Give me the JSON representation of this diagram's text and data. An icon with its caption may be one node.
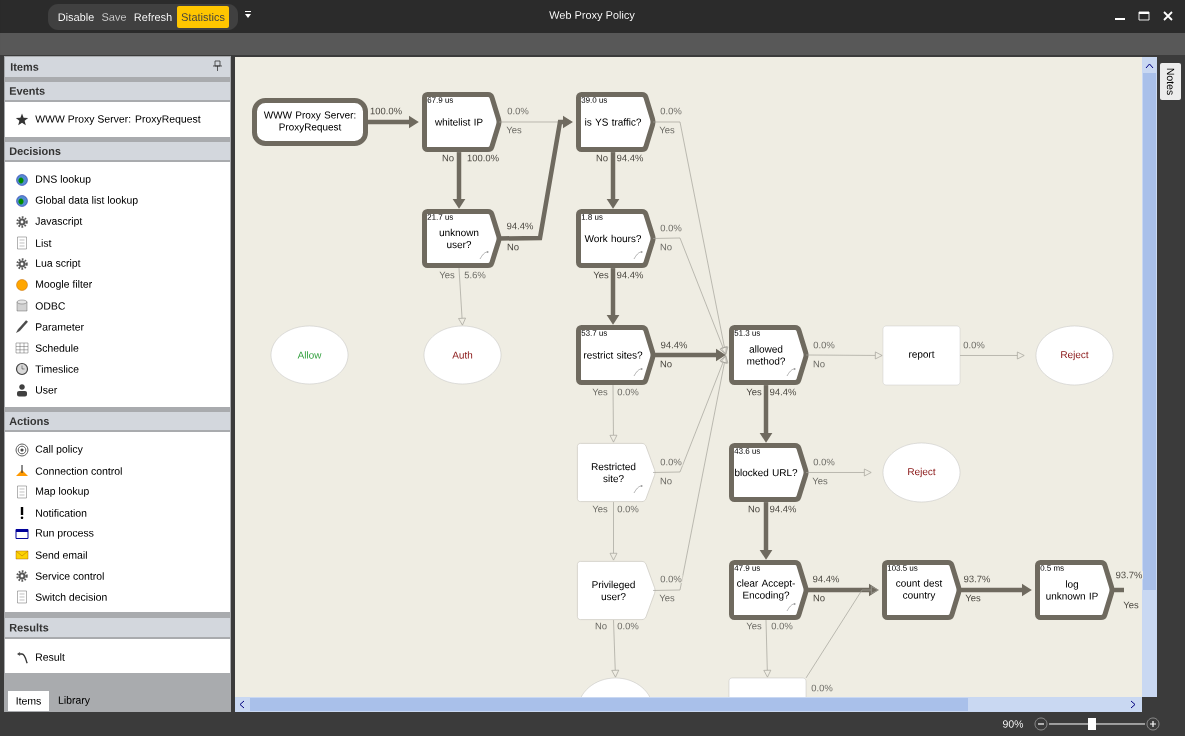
{
  "diagram": {
    "title": "Web Proxy Policy",
    "nodes": [
      {
        "text": [
          "WWW Proxy Server: ProxyRequest"
        ]
      },
      {
        "text": [
          "67.9 us",
          "whitelist IP"
        ]
      },
      {
        "text": [
          "21.7 us",
          "unknown user?"
        ]
      },
      {
        "text": [
          "Allow"
        ]
      },
      {
        "text": [
          "Auth"
        ]
      },
      {
        "text": [
          "39.0 us",
          "is YS traffic?"
        ]
      },
      {
        "text": [
          "1.8 us",
          "Work hours?"
        ]
      },
      {
        "text": [
          "53.7 us",
          "restrict sites?"
        ]
      },
      {
        "text": [
          "51.3 us",
          "allowed method?"
        ]
      },
      {
        "text": [
          "report"
        ]
      },
      {
        "text": [
          "Reject"
        ]
      },
      {
        "text": [
          "Restricted site?"
        ]
      },
      {
        "text": [
          "43.6 us",
          "blocked URL?"
        ]
      },
      {
        "text": [
          "Reject"
        ]
      },
      {
        "text": [
          "Privileged user?"
        ]
      },
      {
        "text": [
          "47.9 us",
          "clear Accept-Encoding?"
        ]
      },
      {
        "text": [
          "103.5 us",
          "count dest country"
        ]
      },
      {
        "text": [
          "0.5 ms",
          "log unknown IP"
        ]
      },
      {
        "text": [],
        "shape": "circle"
      },
      {
        "text": [],
        "shape": "box"
      }
    ],
    "edges": [
      {
        "from": 0,
        "to": 1,
        "arrow": "to",
        "label": "100.0%",
        "style": "thick",
        "color": "#6f6a5f"
      },
      {
        "from": 1,
        "to": 5,
        "arrow": "to",
        "label": "0.0%"
      },
      {
        "from": 2,
        "to": 5,
        "arrow": "to",
        "label": "94.4%",
        "style": "thick",
        "color": "#6f6a5f"
      },
      {
        "from": 1,
        "to": 2,
        "arrow": "to",
        "label": "100.0%",
        "style": "thick",
        "color": "#6f6a5f"
      },
      {
        "from": 2,
        "to": 4,
        "arrow": "to",
        "label": "5.6%"
      },
      {
        "from": 5,
        "to": 8,
        "arrow": "to",
        "label": "0.0%"
      },
      {
        "from": 5,
        "to": 6,
        "arrow": "to",
        "label": "94.4%",
        "style": "thick",
        "color": "#6f6a5f"
      },
      {
        "from": 6,
        "to": 8,
        "arrow": "to",
        "label": "0.0%"
      },
      {
        "from": 6,
        "to": 7,
        "arrow": "to",
        "label": "94.4%",
        "style": "thick",
        "color": "#6f6a5f"
      },
      {
        "from": 7,
        "to": 8,
        "arrow": "to",
        "label": "94.4%",
        "style": "thick",
        "color": "#6f6a5f"
      },
      {
        "from": 7,
        "to": 11,
        "arrow": "to",
        "label": "0.0%"
      },
      {
        "from": 11,
        "to": 8,
        "arrow": "to",
        "label": "0.0%"
      },
      {
        "from": 11,
        "to": 14,
        "arrow": "to",
        "label": "0.0%"
      },
      {
        "from": 14,
        "to": 8,
        "arrow": "to",
        "label": "0.0%"
      },
      {
        "from": 14,
        "to": 18,
        "arrow": "to",
        "label": "0.0%"
      },
      {
        "from": 8,
        "to": 9,
        "arrow": "to",
        "label": "0.0%"
      },
      {
        "from": 9,
        "to": 10,
        "arrow": "to",
        "label": "0.0%"
      },
      {
        "from": 8,
        "to": 12,
        "arrow": "to",
        "label": "94.4%",
        "style": "thick",
        "color": "#6f6a5f"
      },
      {
        "from": 12,
        "to": 13,
        "arrow": "to",
        "label": "0.0%"
      },
      {
        "from": 12,
        "to": 15,
        "arrow": "to",
        "label": "94.4%",
        "style": "thick",
        "color": "#6f6a5f"
      },
      {
        "from": 15,
        "to": 16,
        "arrow": "to",
        "label": "94.4%",
        "style": "thick",
        "color": "#6f6a5f"
      },
      {
        "from": 15,
        "to": 19,
        "arrow": "to",
        "label": "0.0%"
      },
      {
        "from": 16,
        "to": 17,
        "arrow": "to",
        "label": "93.7%",
        "style": "thick",
        "color": "#6f6a5f"
      },
      {
        "from": 17,
        "to": null,
        "arrow": "none",
        "label": "93.7%",
        "style": "thick",
        "color": "#6f6a5f"
      },
      {
        "from": 19,
        "to": 16,
        "arrow": "to",
        "label": "0.0%"
      }
    ],
    "labels": [
      "Disable",
      "Save",
      "Refresh",
      "Statistics",
      "Items",
      "Events",
      "WWW Proxy Server: ProxyRequest",
      "Decisions",
      "DNS lookup",
      "Global data list lookup",
      "Javascript",
      "List",
      "Lua script",
      "Moogle filter",
      "ODBC",
      "Parameter",
      "Schedule",
      "Timeslice",
      "User",
      "Actions",
      "Call policy",
      "Connection control",
      "Map lookup",
      "Notification",
      "Run process",
      "Send email",
      "Service control",
      "Switch decision",
      "Results",
      "Result",
      "Items",
      "Library",
      "Notes",
      "90%",
      "Yes",
      "No",
      "No",
      "Yes",
      "Yes",
      "No",
      "No",
      "Yes",
      "No",
      "Yes",
      "No",
      "Yes",
      "Yes",
      "No",
      "No",
      "Yes",
      "Yes",
      "No",
      "No",
      "Yes",
      "Yes",
      "Yes"
    ]
  }
}
